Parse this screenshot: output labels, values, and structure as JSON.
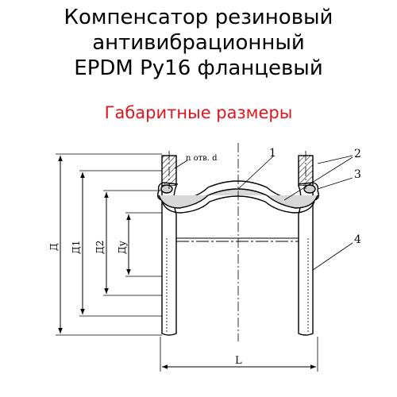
{
  "title_lines": [
    "Компенсатор резиновый",
    "антивибрационный",
    "EPDM Ру16 фланцевый"
  ],
  "subtitle": "Габаритные размеры",
  "subtitle_color": "#e0141c",
  "labels": {
    "holes": "n отв. d",
    "dim_D": "Д",
    "dim_D1": "Д1",
    "dim_D2": "Д2",
    "dim_Du": "Ду",
    "dim_L": "L",
    "part_1": "1",
    "part_2": "2",
    "part_3": "3",
    "part_4": "4"
  }
}
